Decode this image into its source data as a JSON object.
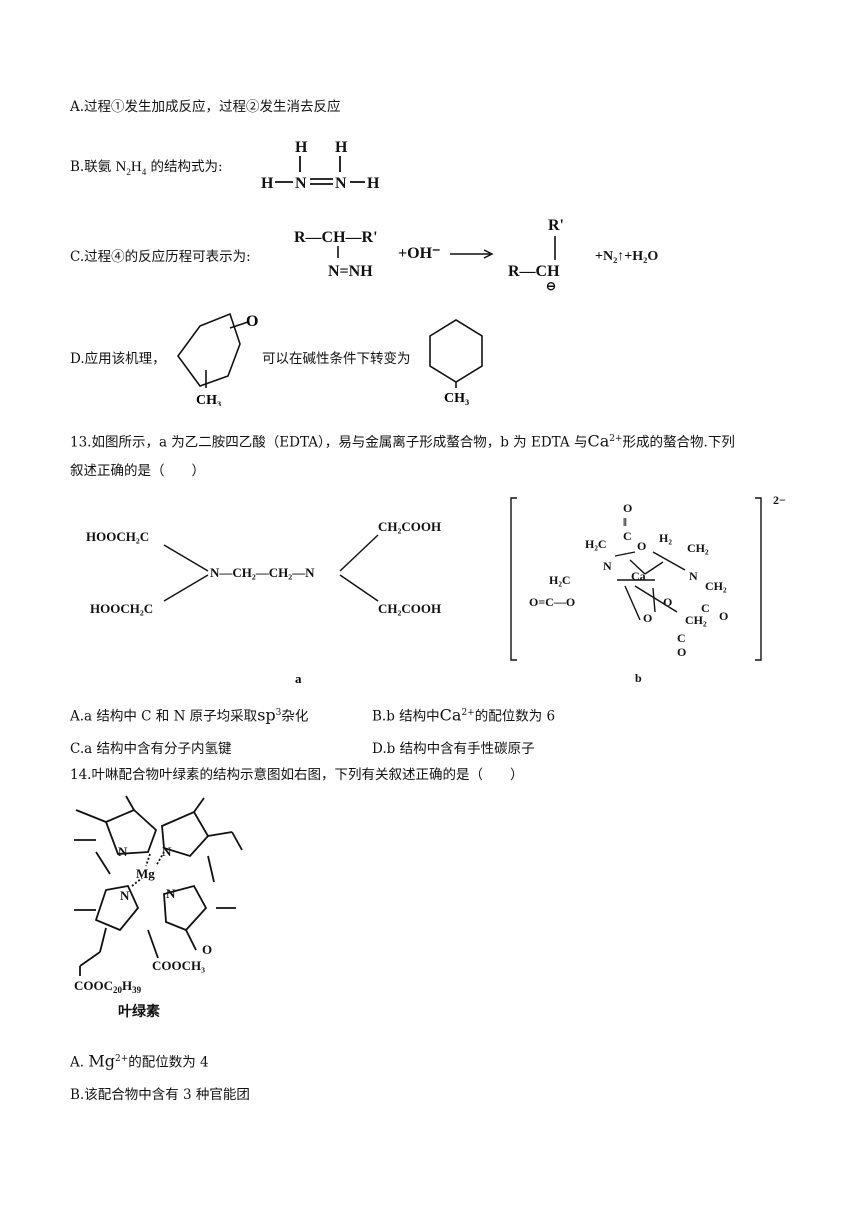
{
  "q12": {
    "optA": "A.过程①发生加成反应，过程②发生消去反应",
    "optB_prefix": "B.联氨",
    "optB_formula": "N",
    "optB_sub2": "2",
    "optB_H": "H",
    "optB_sub4": "4",
    "optB_suffix": "的结构式为:",
    "optC": "C.过程④的反应历程可表示为:",
    "optC_reactant_top": "R—CH—R'",
    "optC_reactant_bottom": "N=NH",
    "optC_reagent": "+OH⁻",
    "optC_product_top": "R'",
    "optC_product": "R—CH",
    "optC_products": "+N₂↑+H₂O",
    "optD_prefix": "D.应用该机理，",
    "optD_middle": "可以在碱性条件下转变为",
    "optD_ketone_O": "O",
    "optD_methyl": "CH₃"
  },
  "q13": {
    "stem_1": "13.如图所示，a 为乙二胺四乙酸（EDTA），易与金属离子形成螯合物，b 为 EDTA 与",
    "stem_ion": "Ca",
    "stem_charge": "2+",
    "stem_2": "形成的螯合物.下列",
    "stem_3": "叙述正确的是（　　）",
    "label_a": "a",
    "label_b": "b",
    "a_tl": "HOOCH₂C",
    "a_bl": "HOOCH₂C",
    "a_tr": "CH₂COOH",
    "a_br": "CH₂COOH",
    "a_center": "N—CH₂—CH₂—N",
    "b_charge": "2−",
    "optA_1": "A.a 结构中 C 和 N 原子均采取",
    "optA_sp": "sp",
    "optA_3": "3",
    "optA_2": "杂化",
    "optB_1": "B.b 结构中",
    "optB_ion": "Ca",
    "optB_charge": "2+",
    "optB_2": "的配位数为 6",
    "optC": "C.a 结构中含有分子内氢键",
    "optD": "D.b 结构中含有手性碳原子"
  },
  "q14": {
    "stem": "14.叶啉配合物叶绿素的结构示意图如右图，下列有关叙述正确的是（　　）",
    "metal": "Mg",
    "nitrogen": "N",
    "ester1": "COOCH₃",
    "ester2_a": "COOC",
    "ester2_sub20": "20",
    "ester2_H": "H",
    "ester2_sub39": "39",
    "keto_O": "O",
    "caption": "叶绿素",
    "optA_ion": "Mg",
    "optA_charge": "2+",
    "optA_text": "的配位数为 4",
    "optB": "B.该配合物中含有 3 种官能团"
  }
}
